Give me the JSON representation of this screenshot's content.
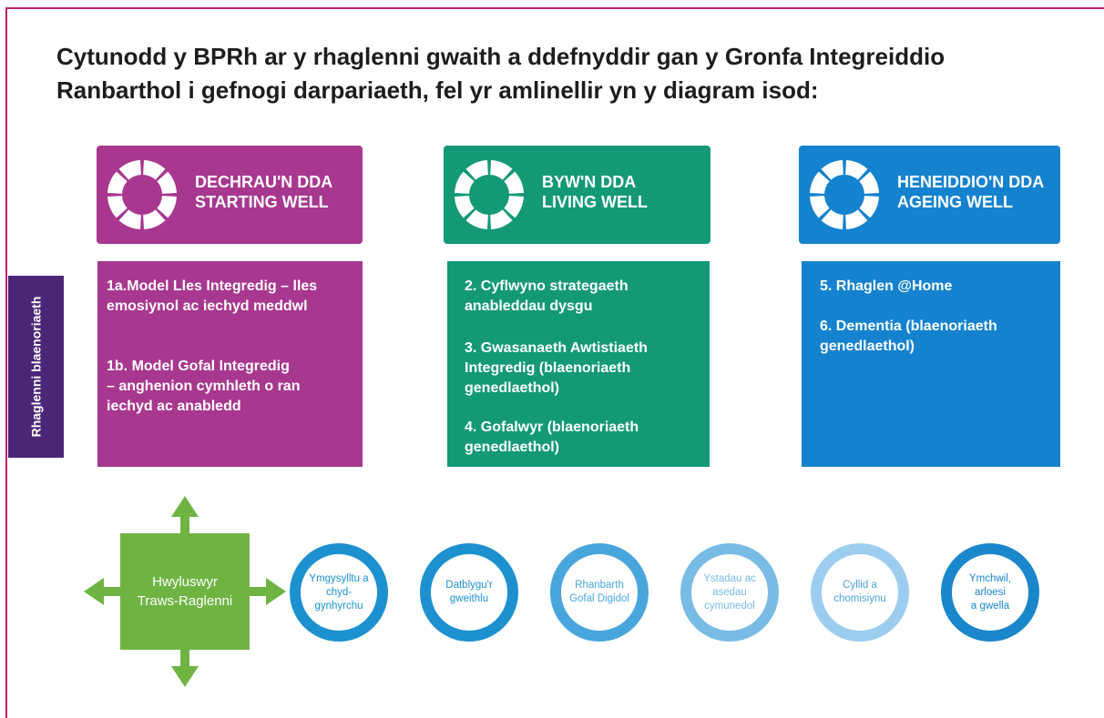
{
  "heading": {
    "line1": "Cytunodd y BPRh ar y rhaglenni gwaith a ddefnyddir gan y Gronfa Integreiddio",
    "line2": "Ranbarthol i gefnogi darpariaeth, fel yr amlinellir yn y diagram isod:"
  },
  "side_label": "Rhaglenni blaenoriaeth",
  "columns": [
    {
      "title_cy": "DECHRAU'N DDA",
      "title_en": "STARTING WELL",
      "color": "#a8378f",
      "items": [
        "1a.Model Lles Integredig – lles\n      emosiynol ac iechyd meddwl",
        "1b. Model Gofal Integredig\n     – anghenion cymhleth o ran\n     iechyd ac anabledd"
      ]
    },
    {
      "title_cy": "BYW'N DDA",
      "title_en": "LIVING WELL",
      "color": "#149977",
      "items": [
        "2. Cyflwyno strategaeth\n    anableddau dysgu",
        "3. Gwasanaeth Awtistiaeth\n    Integredig (blaenoriaeth\n    genedlaethol)",
        "4. Gofalwyr (blaenoriaeth\n    genedlaethol)"
      ]
    },
    {
      "title_cy": "HENEIDDIO'N DDA",
      "title_en": "AGEING WELL",
      "color": "#1482cf",
      "items": [
        "5. Rhaglen @Home",
        "6. Dementia (blaenoriaeth\n    genedlaethol)"
      ]
    }
  ],
  "hub": {
    "label": "Hwyluswyr\nTraws-Raglenni",
    "color": "#6fb443"
  },
  "enablers": [
    {
      "label": "Ymgysylltu a\nchyd-\ngynhyrchu",
      "color": "#1d91d0"
    },
    {
      "label": "Datblygu'r\ngweithlu",
      "color": "#1d91d0"
    },
    {
      "label": "Rhanbarth\nGofal Digidol",
      "color": "#49a6dc"
    },
    {
      "label": "Ystadau ac\nasedau\ncymunedol",
      "color": "#78bbe5"
    },
    {
      "label": "Cyllid a\nchomisiynu",
      "color": "#9ccdee"
    },
    {
      "label": "Ymchwil,\narloesi\na gwella",
      "color": "#1a86cc"
    }
  ]
}
